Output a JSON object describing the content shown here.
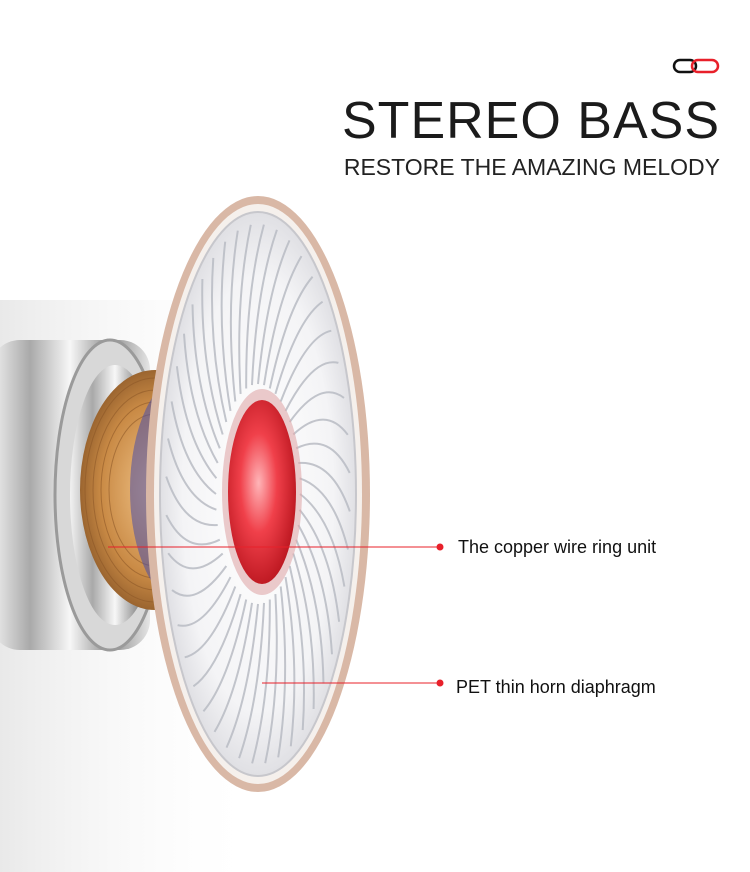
{
  "header": {
    "title": "STEREO BASS",
    "subtitle": "RESTORE THE AMAZING MELODY"
  },
  "callouts": [
    {
      "label": "The copper wire ring unit"
    },
    {
      "label": "PET thin horn diaphragm"
    }
  ],
  "logo": {
    "icon": "chain-link-logo-icon",
    "accent": "#e8202a"
  },
  "colors": {
    "accent": "#e8202a",
    "diaphragm_center": "#f0404a",
    "copper": "#c98a45",
    "ring": "#d9b8a6"
  }
}
